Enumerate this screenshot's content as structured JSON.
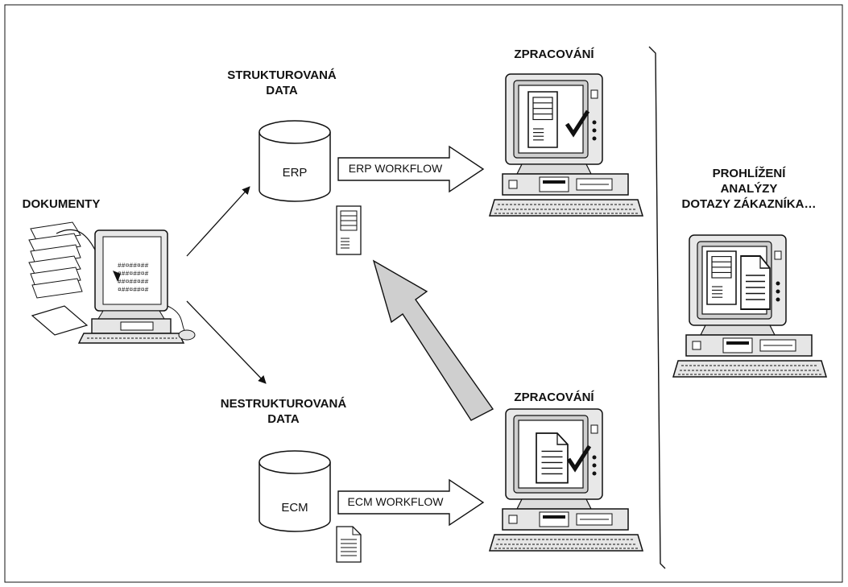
{
  "labels": {
    "dokumenty": "DOKUMENTY",
    "strukturovana": "STRUKTUROVANÁ\nDATA",
    "nestrukturovana": "NESTRUKTUROVANÁ\nDATA",
    "zpracovani_top": "ZPRACOVÁNÍ",
    "zpracovani_bottom": "ZPRACOVÁNÍ",
    "prohlizeni": "PROHLÍŽENÍ\nANALÝZY\nDOTAZY ZÁKAZNÍKA…"
  },
  "databases": {
    "erp": "ERP",
    "ecm": "ECM"
  },
  "workflows": {
    "erp": "ERP WORKFLOW",
    "ecm": "ECM WORKFLOW"
  },
  "icons": [
    "document-stack-icon",
    "scanner-computer-icon",
    "database-icon",
    "form-document-icon",
    "text-document-icon",
    "computer-icon",
    "checkmark-icon"
  ]
}
